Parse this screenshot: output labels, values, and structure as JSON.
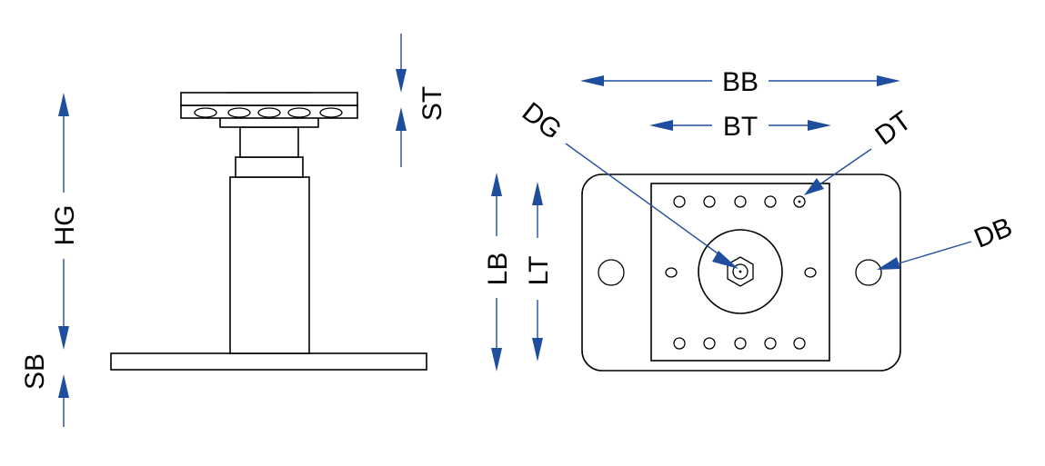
{
  "drawing": {
    "colors": {
      "dimension": "#1f4e9e",
      "outline": "#000000",
      "background": "#ffffff"
    },
    "labels": {
      "hg": "HG",
      "sb": "SB",
      "st": "ST",
      "bb": "BB",
      "bt": "BT",
      "dg": "DG",
      "dt": "DT",
      "db": "DB",
      "lb": "LB",
      "lt": "LT"
    }
  }
}
